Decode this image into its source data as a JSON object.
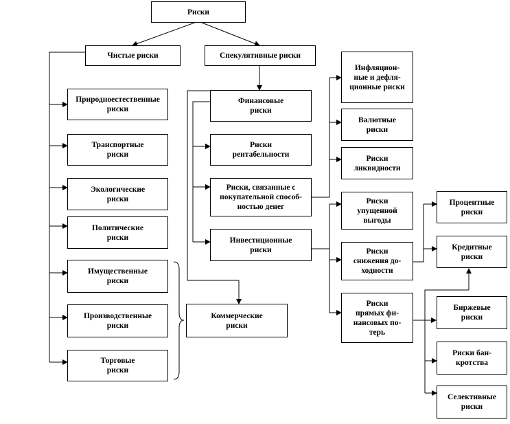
{
  "nodes": {
    "risks": "Риски",
    "pure": "Чистые риски",
    "speculative": "Спекулятивные риски",
    "natural": "Природноестественные\nриски",
    "transport": "Транспортные\nриски",
    "ecological": "Экологические\nриски",
    "political": "Политические\nриски",
    "property": "Имущественные\nриски",
    "production": "Производственные\nриски",
    "trade": "Торговые\nриски",
    "financial": "Финансовые\nриски",
    "profitability": "Риски\nрентабельности",
    "purchasing_power": "Риски, связанные с\nпокупательной способ-\nностью денег",
    "investment": "Инвестиционные\nриски",
    "commercial": "Коммерческие\nриски",
    "inflation": "Инфляцион-\nные и дефля-\nционные риски",
    "currency": "Валютные\nриски",
    "liquidity": "Риски\nликвидности",
    "lost_profit": "Риски\nупущенной\nвыгоды",
    "yield_decrease": "Риски\nснижения до-\nходности",
    "direct_loss": "Риски\nпрямых фи-\nнансовых по-\nтерь",
    "interest": "Процентные\nриски",
    "credit": "Кредитные\nриски",
    "exchange": "Биржевые\nриски",
    "bankruptcy": "Риски бан-\nкротства",
    "selective": "Селективные\nриски"
  }
}
